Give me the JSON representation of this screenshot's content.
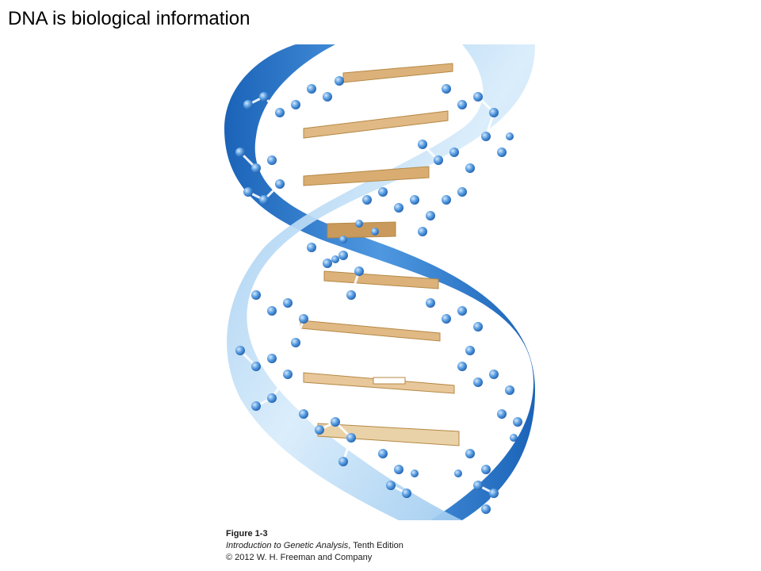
{
  "slide": {
    "title": "DNA is biological information"
  },
  "figure": {
    "icon": "dna-double-helix-icon",
    "colors": {
      "backbone_dark": "#1f6fc2",
      "backbone_light": "#bcdcf4",
      "atom": "#5a9ee0",
      "base_pair": "#dcb27a"
    }
  },
  "caption": {
    "label": "Figure 1-3",
    "book_title": "Introduction to Genetic Analysis",
    "edition": ", Tenth Edition",
    "copyright": "© 2012 W. H. Freeman and Company"
  }
}
